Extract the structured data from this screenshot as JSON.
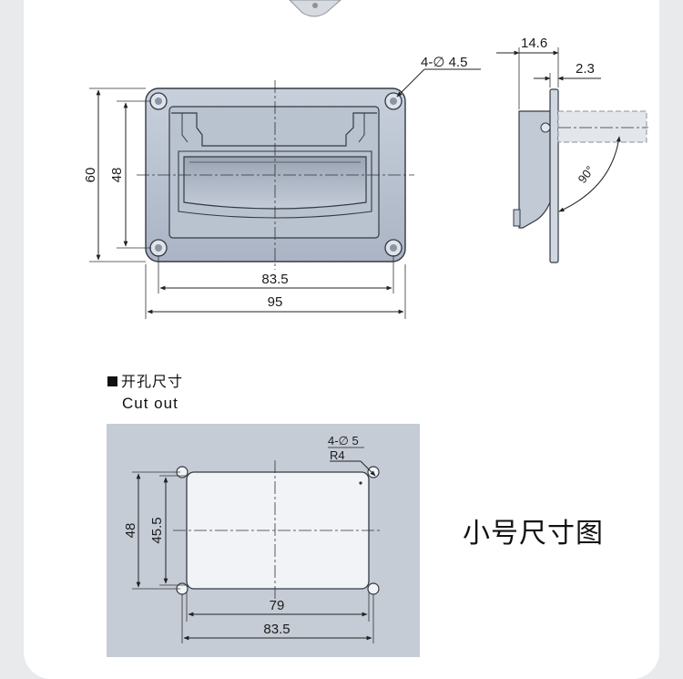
{
  "top_view": {
    "hole_spec": "4-∅ 4.5",
    "height_outer": "60",
    "height_inner": "48",
    "width_inner": "83.5",
    "width_outer": "95"
  },
  "side_view": {
    "depth": "14.6",
    "plate_thickness": "2.3",
    "angle": "90°"
  },
  "cutout": {
    "heading": "开孔尺寸",
    "heading_en": "Cut out",
    "hole_spec": "4-∅ 5",
    "radius": "R4",
    "height_outer": "48",
    "height_inner": "45.5",
    "width_inner": "79",
    "width_outer": "83.5"
  },
  "size_label": "小号尺寸图",
  "colors": {
    "plate_fill": "#b8c2d0",
    "panel_fill": "#c6ccd6",
    "line": "#333a44"
  }
}
